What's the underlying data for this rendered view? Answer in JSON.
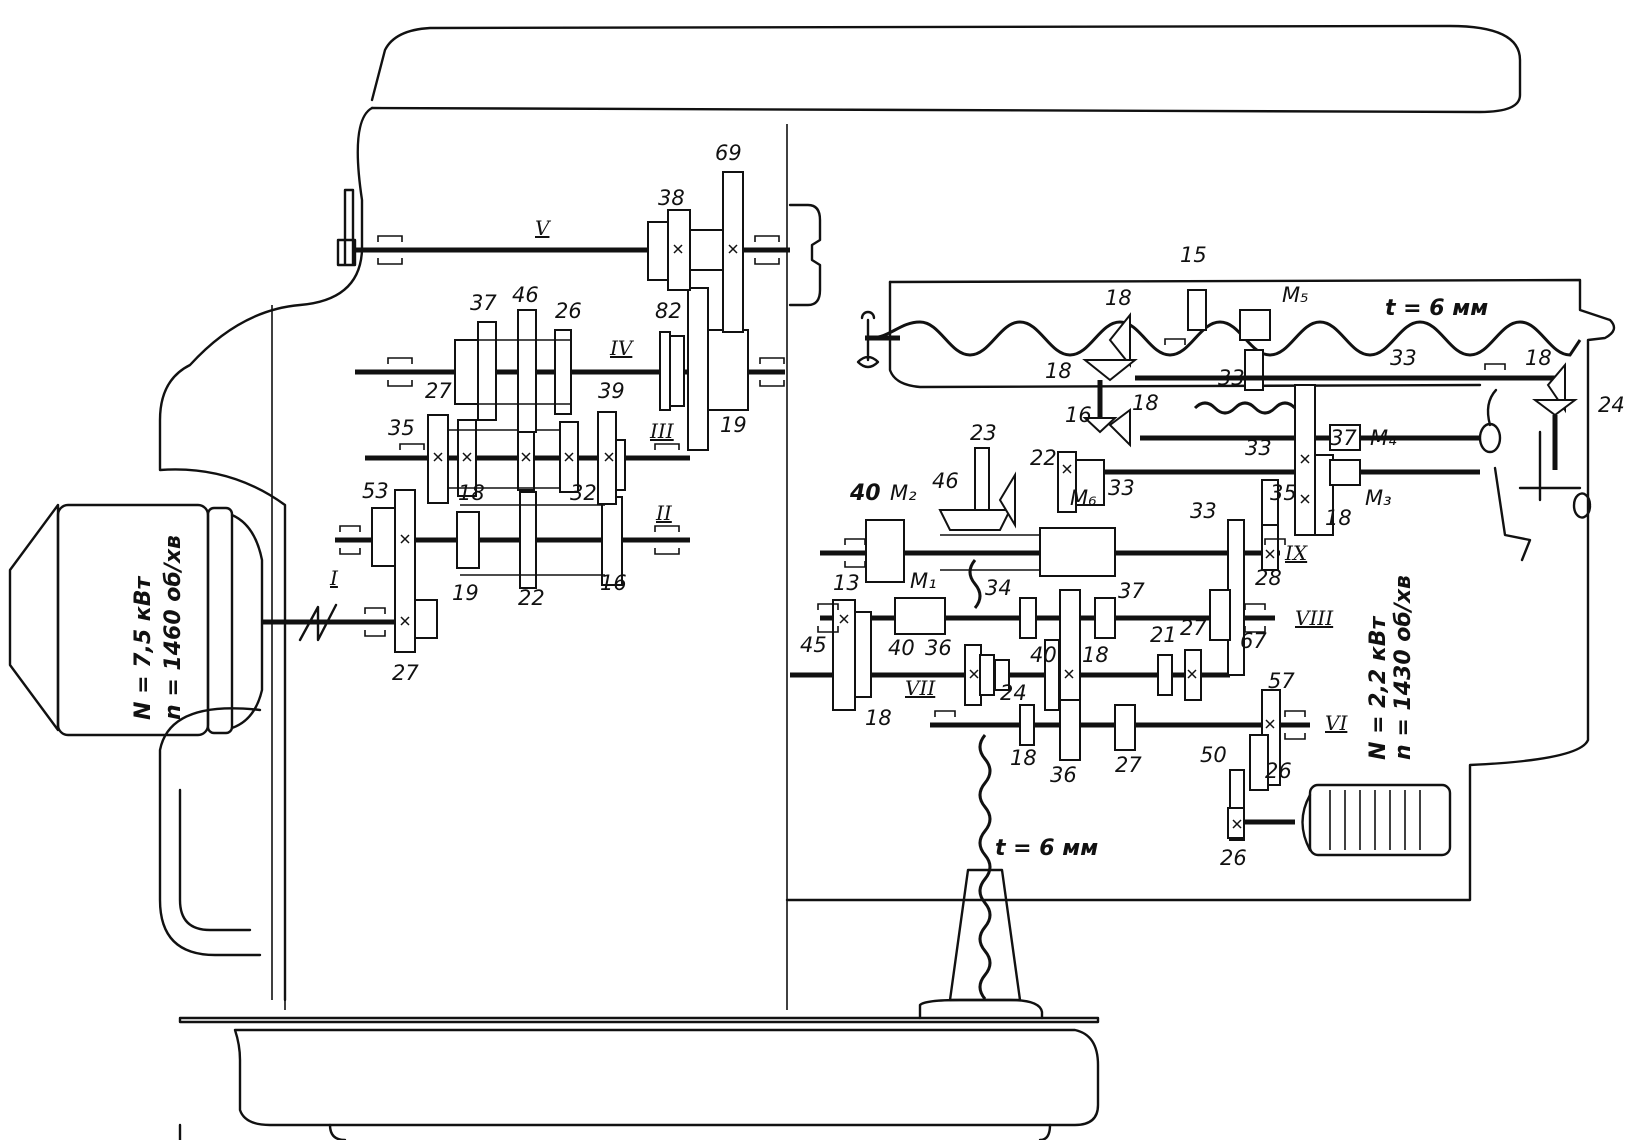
{
  "main_motor": {
    "power": "N = 7,5 кВт",
    "speed": "n = 1460 об/хв"
  },
  "feed_motor": {
    "power": "N = 2,2 кВт",
    "speed": "n = 1430 об/хв"
  },
  "shafts": {
    "i": "I",
    "ii": "II",
    "iii": "III",
    "iv": "IV",
    "v": "V",
    "vi": "VI",
    "vii": "VII",
    "viii": "VIII",
    "ix": "IX"
  },
  "clutches": {
    "m1": "M₁",
    "m2": "M₂",
    "m3": "M₃",
    "m4": "M₄",
    "m5": "M₅",
    "m6": "M₆"
  },
  "lead_screw_pitch": {
    "table": "t = 6 мм",
    "vertical": "t = 6 мм"
  },
  "spindle_gears": {
    "g27": "27",
    "g53": "53",
    "g19": "19",
    "g22": "22",
    "g16": "16",
    "g18": "18",
    "g35": "35",
    "g27b": "27",
    "g32": "32",
    "g37": "37",
    "g46": "46",
    "g26": "26",
    "g39": "39",
    "g82": "82",
    "g19b": "19",
    "g38": "38",
    "g69": "69"
  },
  "feed_gears": {
    "g15": "15",
    "g18a": "18",
    "g18b": "18",
    "g16": "16",
    "g18c": "18",
    "g33a": "33",
    "g33b": "33",
    "g18d": "18",
    "g24": "24",
    "g37": "37",
    "g33c": "33",
    "g18e": "18",
    "g35": "35",
    "g23": "23",
    "g22": "22",
    "g33d": "33",
    "g46": "46",
    "g40": "40",
    "g33e": "33",
    "g28": "28",
    "g34": "34",
    "g37b": "37",
    "g13": "13",
    "g45": "45",
    "g40b": "40",
    "g18f": "18",
    "g36": "36",
    "g40c": "40",
    "g18g": "18",
    "g24b": "24",
    "g21": "21",
    "g27": "27",
    "g67": "67",
    "g18h": "18",
    "g36b": "36",
    "g27b": "27",
    "g57": "57",
    "g50": "50",
    "g26": "26",
    "g26b": "26"
  }
}
